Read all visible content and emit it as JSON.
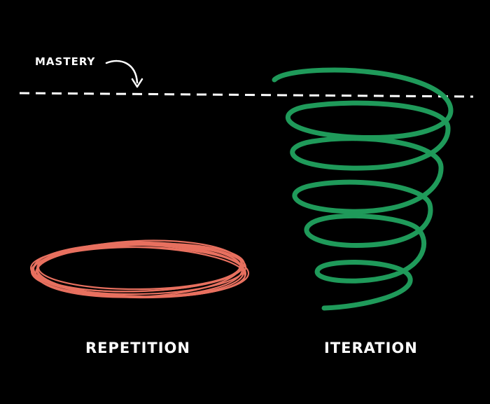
{
  "labels": {
    "mastery": "MASTERY",
    "repetition": "REPETITION",
    "iteration": "ITERATION"
  },
  "colors": {
    "background": "#000000",
    "text": "#ffffff",
    "dashed_line": "#ffffff",
    "repetition_loops": "#e8705f",
    "iteration_spiral": "#1f9a5a"
  }
}
